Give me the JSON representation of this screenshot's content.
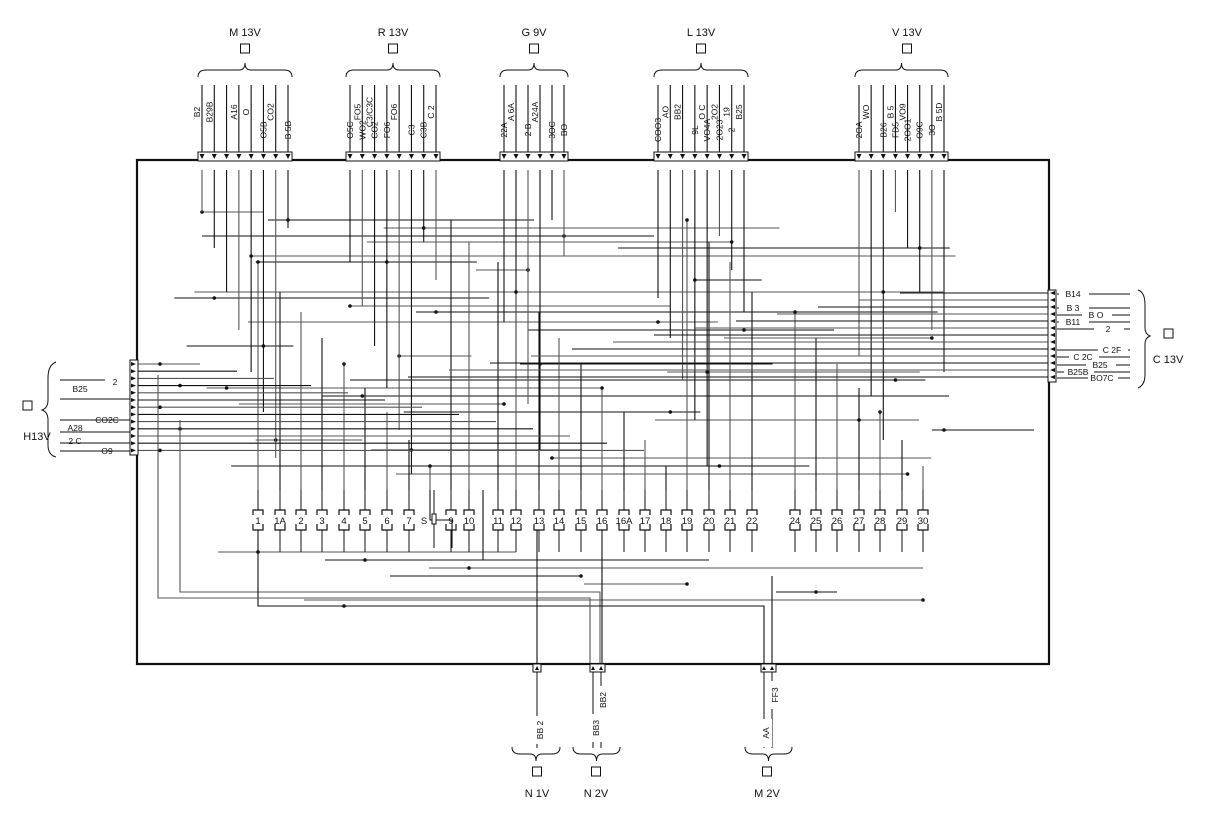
{
  "diagram": {
    "title": "Wiring harness connector diagram",
    "line_color": "#111111",
    "secondary_line_color": "#555555"
  },
  "connectors_top": [
    {
      "name": "M 13V",
      "pins_top": [
        "B2",
        "B29B",
        "",
        "A16",
        "O",
        "",
        "CO2",
        ""
      ],
      "pins_low": [
        "",
        "",
        "",
        "",
        "",
        "O5B",
        "",
        "B 5B"
      ]
    },
    {
      "name": "R 13V",
      "pins_top": [
        "",
        "FO5",
        "C3/C3C",
        "",
        "FO6",
        "",
        "",
        "C 2"
      ],
      "pins_low": [
        "O5C",
        "WO2",
        "CO2",
        "FO6",
        "",
        "C3",
        "C3B",
        ""
      ]
    },
    {
      "name": "G 9V",
      "pins_top": [
        "",
        "A 6A",
        "",
        "A24A",
        "",
        ""
      ],
      "pins_low": [
        "22A",
        "",
        "2 B",
        "",
        "3OC",
        "BO"
      ]
    },
    {
      "name": "L 13V",
      "pins_top": [
        "",
        "AO",
        "BB2",
        "",
        "O C",
        "2O2",
        "19",
        "B25"
      ],
      "pins_low": [
        "COO3",
        "",
        "",
        "9L",
        "VO4A",
        "2O23",
        "2",
        ""
      ]
    },
    {
      "name": "V 13V",
      "pins_top": [
        "",
        "WO",
        "",
        "B 5",
        "VO9",
        "",
        "",
        "B 5D"
      ],
      "pins_low": [
        "2OA",
        "",
        "B26",
        "FD5",
        "2OO1",
        "O9C",
        "3O",
        ""
      ]
    }
  ],
  "connector_left": {
    "name": "H13V",
    "labels": [
      "2",
      "B25",
      "CO2C",
      "A28",
      "2 C",
      "O9"
    ]
  },
  "connector_right": {
    "name": "C 13V",
    "labels": [
      "B14",
      "B 3",
      "B O",
      "B11",
      "2",
      "C 2F",
      "C 2C",
      "B25",
      "B25B",
      "BO7C"
    ]
  },
  "connectors_bottom": [
    {
      "name": "N 1V",
      "labels": [
        "BB 2"
      ]
    },
    {
      "name": "N 2V",
      "labels": [
        "BB3",
        "BB2"
      ]
    },
    {
      "name": "M 2V",
      "labels": [
        "AA",
        "FF3"
      ]
    }
  ],
  "terminal_slots": [
    "1",
    "1A",
    "2",
    "3",
    "4",
    "5",
    "6",
    "7",
    "S",
    "9",
    "10",
    "11",
    "12",
    "13",
    "14",
    "15",
    "16",
    "16A",
    "17",
    "18",
    "19",
    "20",
    "21",
    "22",
    "24",
    "25",
    "26",
    "27",
    "28",
    "29",
    "30"
  ]
}
